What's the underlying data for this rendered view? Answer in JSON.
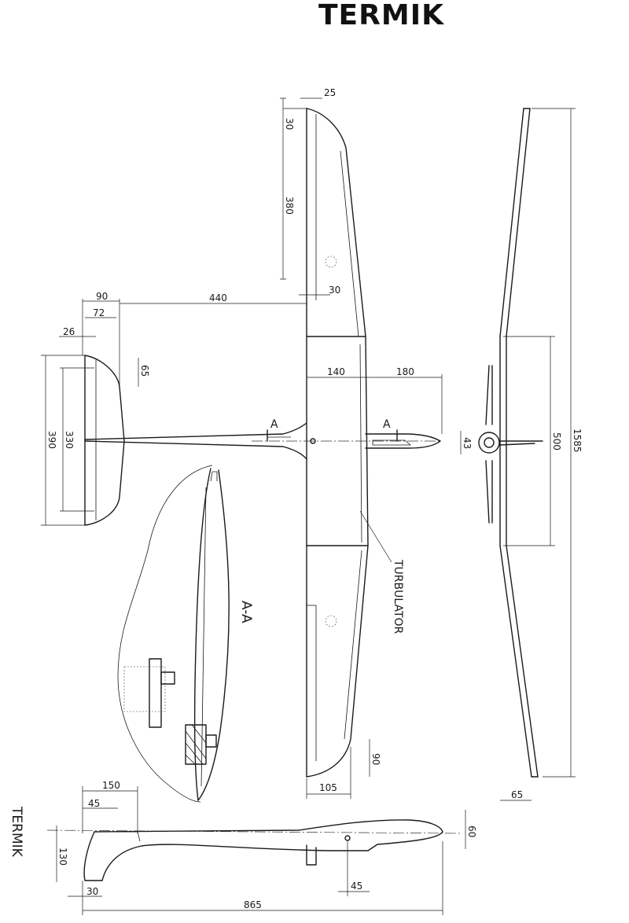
{
  "title": "TERMIK",
  "side_title": "TERMIK",
  "section_label": "A-A",
  "section_marker": "A",
  "turbulator_label": "TURBULATOR",
  "dimensions": {
    "wing_tip_chord": "25",
    "wing_tip_sweep": "30",
    "aileron_span": "380",
    "aileron_root_offset": "30",
    "tail_to_wing": "440",
    "stab_root_chord": "90",
    "stab_mid_chord": "72",
    "stab_tip_chord": "26",
    "stab_tip_round": "65",
    "stab_span": "390",
    "elevator_span": "330",
    "wing_center_chord": "140",
    "nose_length": "180",
    "fuselage_height_front": "43",
    "wing_center_span": "500",
    "wingspan": "1585",
    "wing_tip_height": "90",
    "wing_tip_chord_end": "105",
    "dihedral_rise": "65",
    "fin_chord_top": "150",
    "fin_chord_mid": "45",
    "fin_height": "130",
    "fin_bottom": "30",
    "fuselage_length": "865",
    "nose_height": "60",
    "towhook_offset": "45"
  }
}
